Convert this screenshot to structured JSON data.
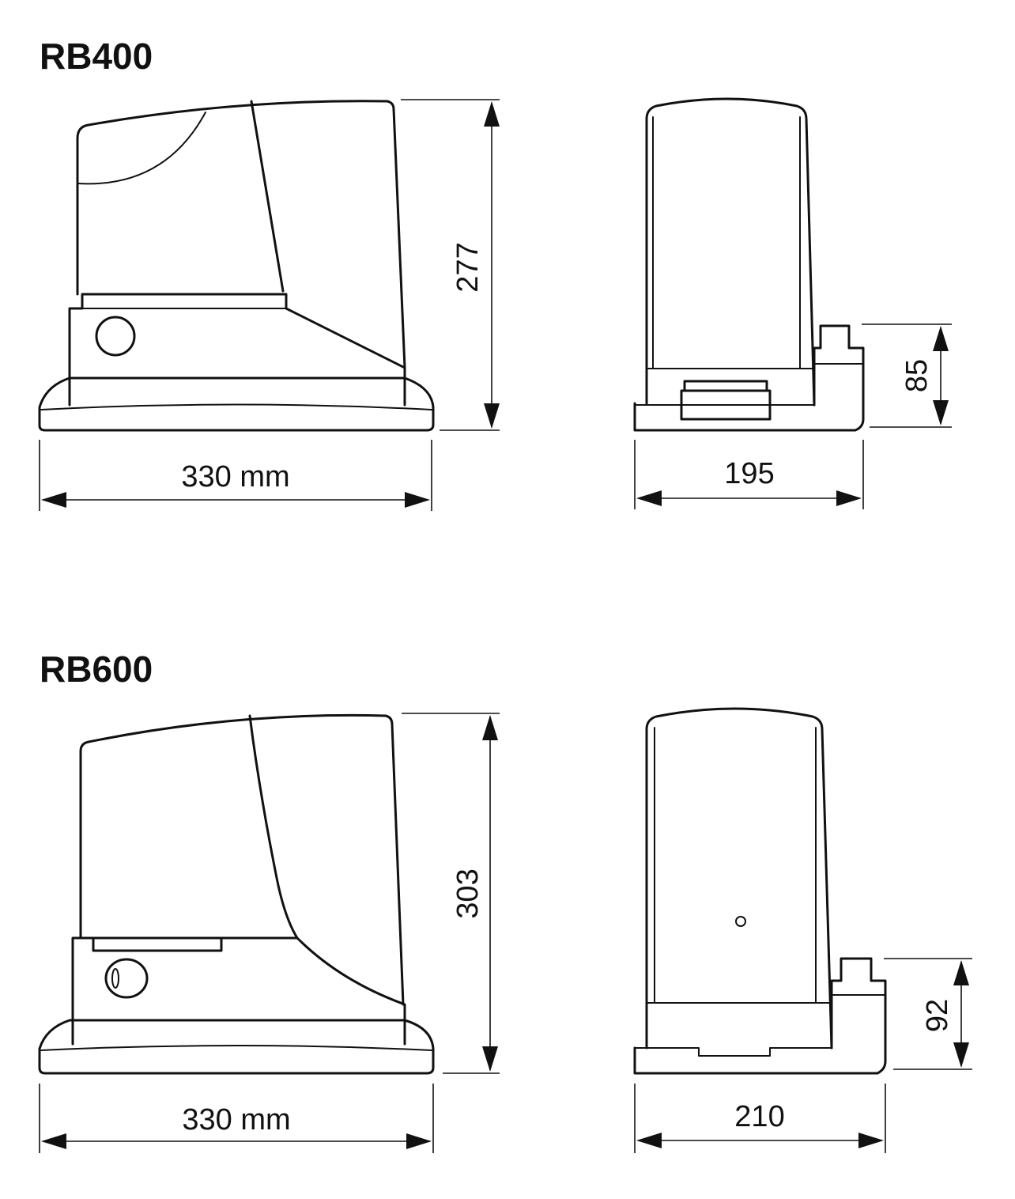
{
  "models": [
    {
      "title": "RB400",
      "side_view": {
        "height": "277",
        "width": "330 mm"
      },
      "front_view": {
        "width": "195",
        "base_height": "85"
      }
    },
    {
      "title": "RB600",
      "side_view": {
        "height": "303",
        "width": "330 mm"
      },
      "front_view": {
        "width": "210",
        "base_height": "92"
      }
    }
  ]
}
